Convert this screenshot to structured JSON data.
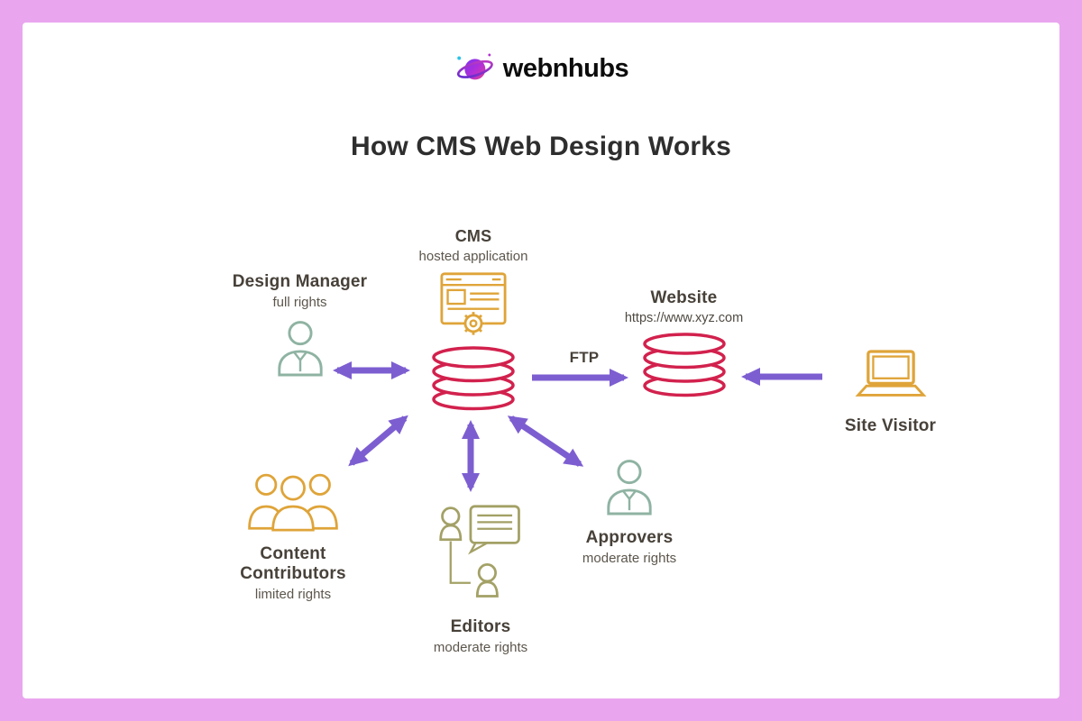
{
  "page": {
    "frame_color": "#e9a6ef",
    "background": "#ffffff"
  },
  "logo": {
    "brand": "webnhubs",
    "icon": "planet-ring-icon"
  },
  "title": "How CMS Web Design Works",
  "colors": {
    "frame": "#e9a6ef",
    "arrow": "#7d5ed1",
    "db_red": "#d2214d",
    "orange": "#dfa439",
    "teal": "#8fb3a3",
    "olive": "#a3a166",
    "label": "#474139"
  },
  "diagram": {
    "cms": {
      "label": "CMS",
      "sublabel": "hosted application",
      "icon": "browser-window-gear-icon"
    },
    "cms_database": {
      "icon": "database-icon"
    },
    "design_manager": {
      "label": "Design Manager",
      "sublabel": "full rights",
      "icon": "person-icon"
    },
    "website": {
      "label": "Website",
      "url": "https://www.xyz.com",
      "icon": "database-icon"
    },
    "ftp_label": "FTP",
    "site_visitor": {
      "label": "Site Visitor",
      "icon": "laptop-icon"
    },
    "content_contributors": {
      "label": "Content Contributors",
      "sublabel": "limited rights",
      "icon": "people-group-icon"
    },
    "editors": {
      "label": "Editors",
      "sublabel": "moderate rights",
      "icon": "people-chat-icon"
    },
    "approvers": {
      "label": "Approvers",
      "sublabel": "moderate rights",
      "icon": "person-icon"
    }
  }
}
